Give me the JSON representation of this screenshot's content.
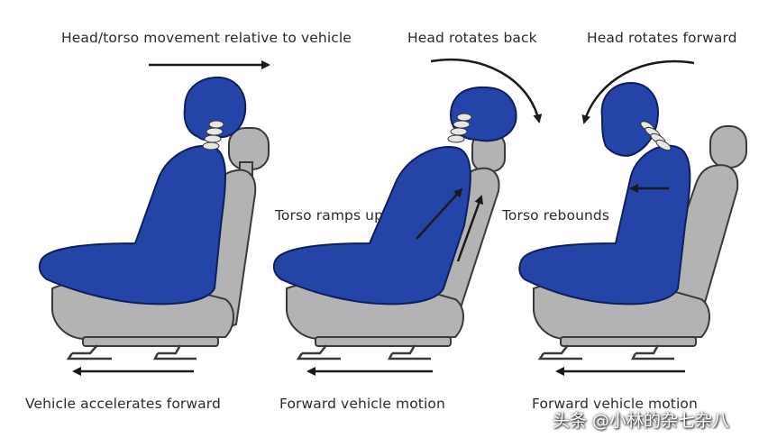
{
  "labels": {
    "top_left": "Head/torso movement relative to vehicle",
    "top_middle": "Head rotates back",
    "top_right": "Head rotates forward",
    "mid_middle": "Torso ramps up",
    "mid_right": "Torso rebounds",
    "bottom_left": "Vehicle accelerates forward",
    "bottom_middle": "Forward vehicle motion",
    "bottom_right": "Forward vehicle motion"
  },
  "watermark": "头条 @小林的杂七杂八",
  "colors": {
    "body": "#2444a8",
    "body_outline": "#0f1e5c",
    "seat": "#b3b3b3",
    "seat_outline": "#3a3a3a",
    "spine": "#e6e6e6",
    "arrow": "#1a1a1a"
  }
}
